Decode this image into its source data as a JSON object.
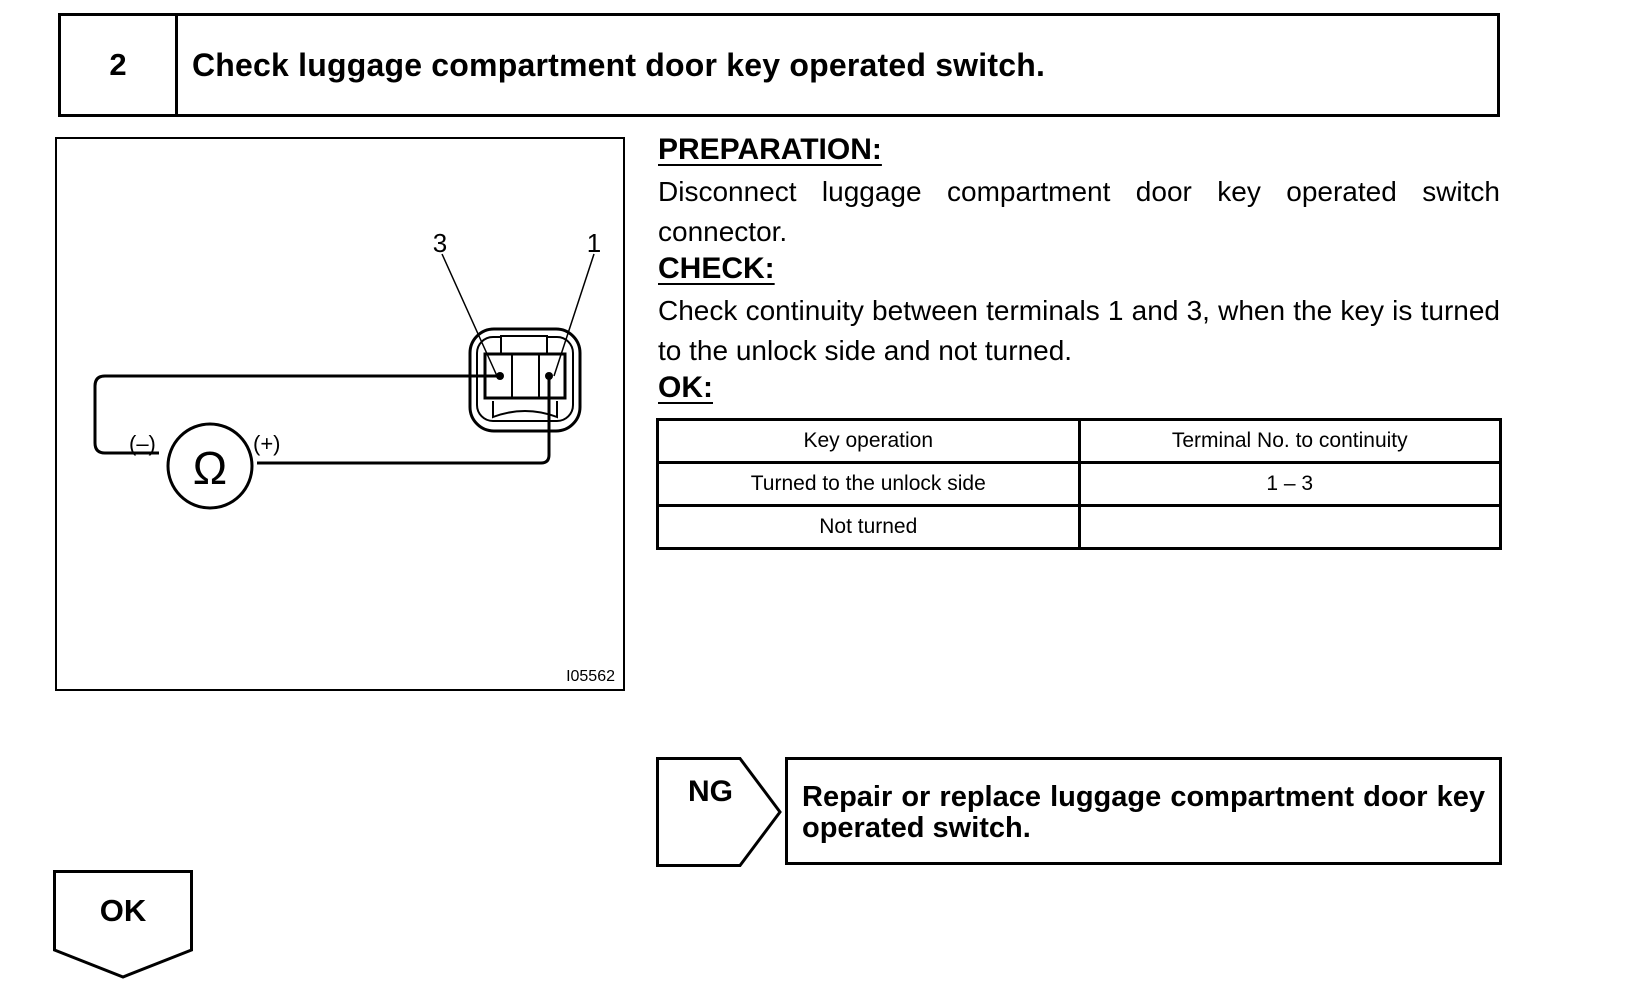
{
  "step": {
    "number": "2",
    "title": "Check luggage compartment door key operated switch."
  },
  "illustration": {
    "terminal_left": "3",
    "terminal_right": "1",
    "probe_negative": "(–)",
    "probe_positive": "(+)",
    "meter_symbol": "Ω",
    "figure_code": "I05562"
  },
  "preparation": {
    "heading": "PREPARATION:",
    "text": "Disconnect luggage compartment door key operated switch connector."
  },
  "check": {
    "heading": "CHECK:",
    "text": "Check continuity between terminals 1 and 3, when the key is turned to the unlock side and not turned."
  },
  "ok_spec": {
    "heading": "OK:",
    "table": {
      "headers": [
        "Key operation",
        "Terminal No. to continuity"
      ],
      "rows": [
        [
          "Turned to the unlock side",
          "1 – 3"
        ],
        [
          "Not turned",
          ""
        ]
      ]
    }
  },
  "ng": {
    "label": "NG",
    "result": "Repair or replace luggage compartment door key operated switch."
  },
  "ok_branch": {
    "label": "OK"
  }
}
